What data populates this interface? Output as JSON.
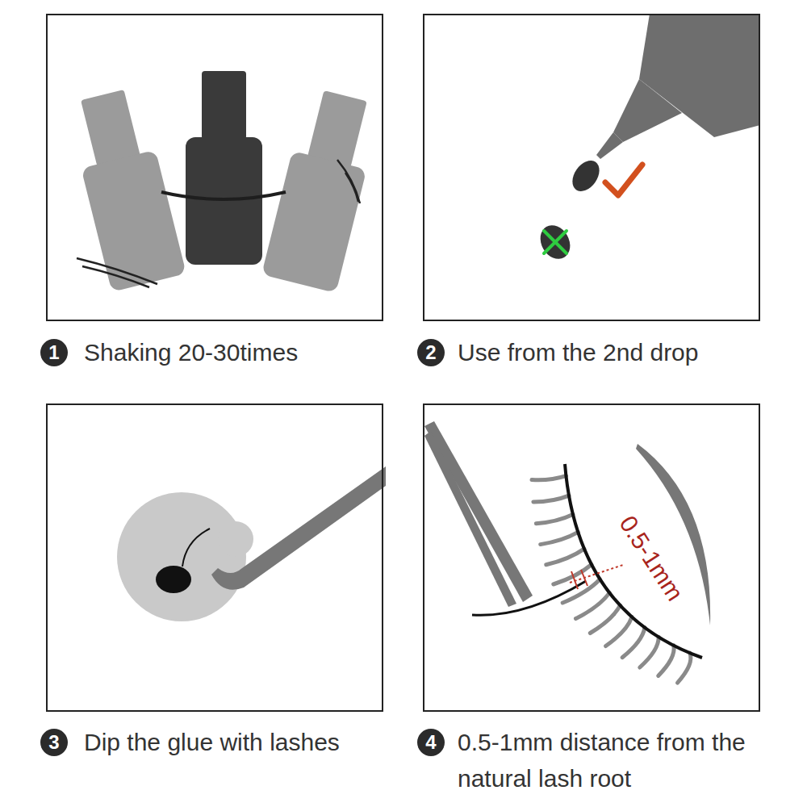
{
  "diagram": {
    "nodes": [
      {
        "text": [
          "Shaking 20-30times"
        ]
      },
      {
        "text": [
          "Use from the 2nd drop"
        ]
      },
      {
        "text": [
          "Dip the glue with lashes"
        ]
      },
      {
        "text": [
          "0.5-1mm distance from the natural lash root",
          "0.5-1mm"
        ]
      }
    ],
    "labels": [
      "1",
      "2",
      "3",
      "4"
    ]
  }
}
